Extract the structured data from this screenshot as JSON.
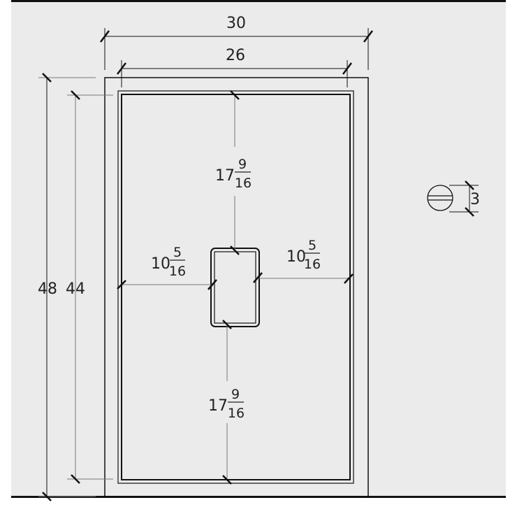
{
  "drawing": {
    "background": "#ebebeb",
    "line_color": "#111111",
    "dim_line_color": "#555555"
  },
  "dimensions": {
    "outer_width": "30",
    "inner_width": "26",
    "outer_height": "48",
    "inner_height": "44",
    "top_offset": {
      "whole": "17",
      "num": "9",
      "den": "16"
    },
    "bottom_offset": {
      "whole": "17",
      "num": "9",
      "den": "16"
    },
    "left_offset": {
      "whole": "10",
      "num": "5",
      "den": "16"
    },
    "right_offset": {
      "whole": "10",
      "num": "5",
      "den": "16"
    },
    "drain_diameter": "3"
  },
  "symbols": {
    "drain": "drain-symbol"
  }
}
